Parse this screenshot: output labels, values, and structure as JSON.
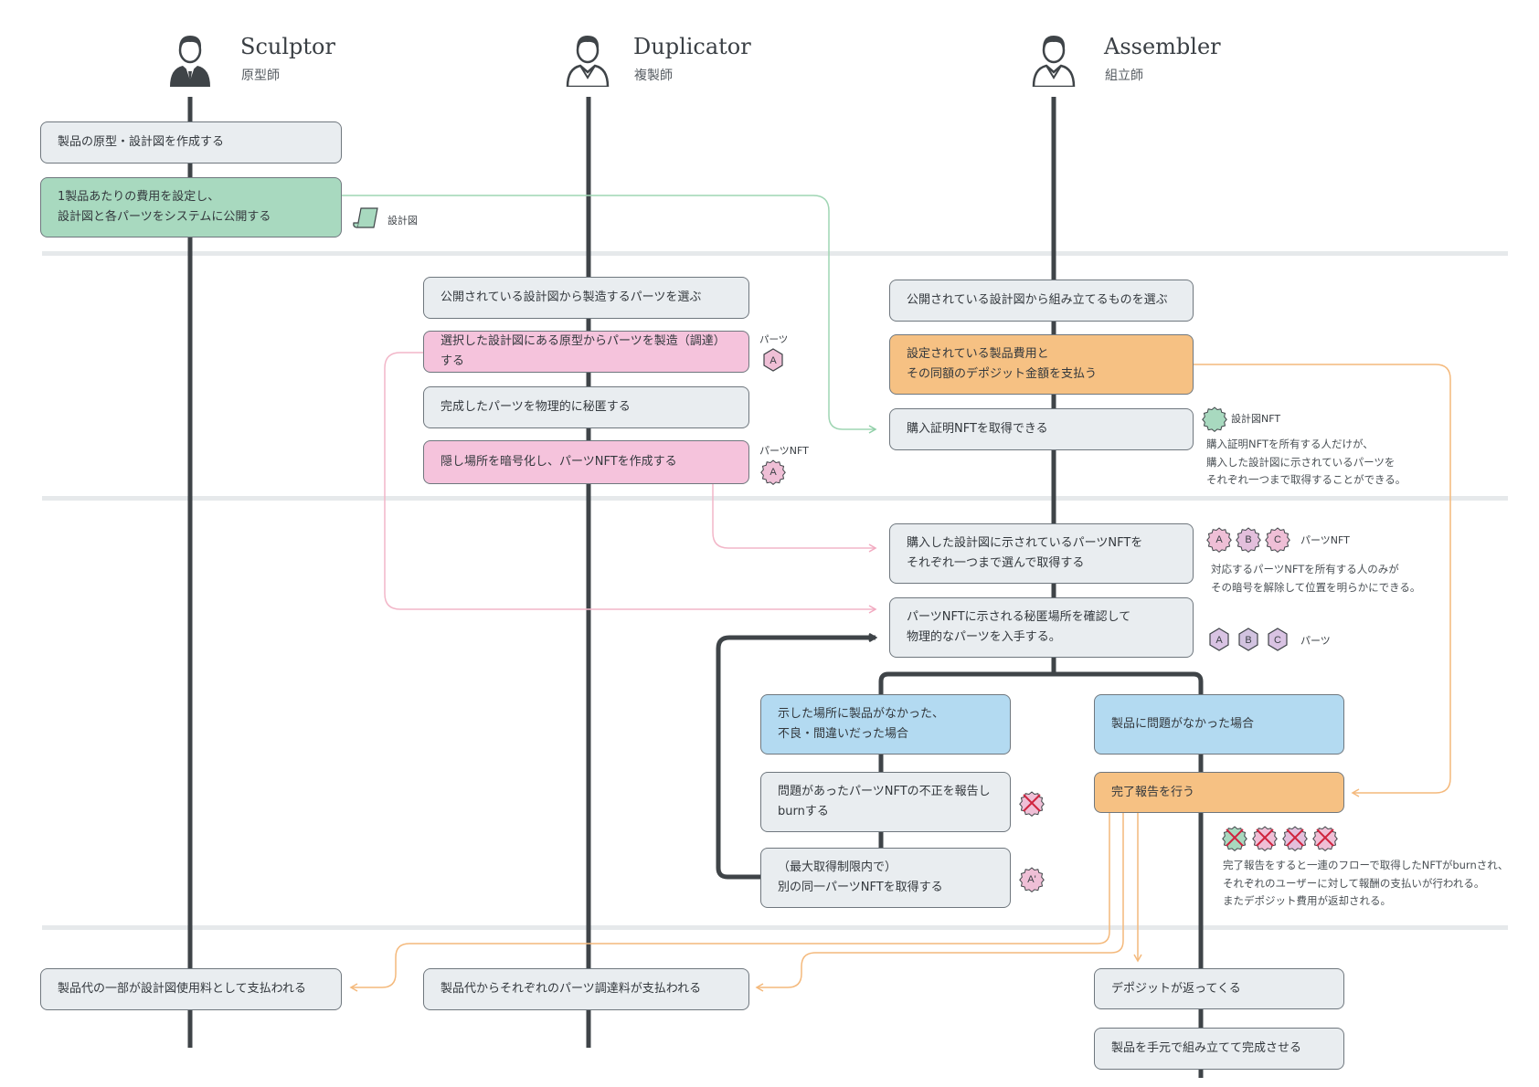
{
  "actors": [
    {
      "name": "Sculptor",
      "sub": "原型師"
    },
    {
      "name": "Duplicator",
      "sub": "複製師"
    },
    {
      "name": "Assembler",
      "sub": "組立師"
    }
  ],
  "boxes": {
    "s1": "製品の原型・設計図を作成する",
    "s2": "1製品あたりの費用を設定し、\n設計図と各パーツをシステムに公開する",
    "d1": "公開されている設計図から製造するパーツを選ぶ",
    "d2": "選択した設計図にある原型からパーツを製造（調達）する",
    "d3": "完成したパーツを物理的に秘匿する",
    "d4": "隠し場所を暗号化し、パーツNFTを作成する",
    "a1": "公開されている設計図から組み立てるものを選ぶ",
    "a2": "設定されている製品費用と\nその同額のデポジット金額を支払う",
    "a3": "購入証明NFTを取得できる",
    "a4": "購入した設計図に示されているパーツNFTを\nそれぞれ一つまで選んで取得する",
    "a5": "パーツNFTに示される秘匿場所を確認して\n物理的なパーツを入手する。",
    "b1": "示した場所に製品がなかった、\n不良・間違いだった場合",
    "b2": "問題があったパーツNFTの不正を報告し\nburnする",
    "b3": "（最大取得制限内で）\n別の同一パーツNFTを取得する",
    "c1": "製品に問題がなかった場合",
    "c2": "完了報告を行う",
    "p1": "製品代の一部が設計図使用料として支払われる",
    "p2": "製品代からそれぞれのパーツ調達料が支払われる",
    "p3": "デポジットが返ってくる",
    "p4": "製品を手元で組み立てて完成させる"
  },
  "labels": {
    "blueprint": "設計図",
    "parts": "パーツ",
    "parts_nft": "パーツNFT",
    "blueprint_nft": "設計図NFT",
    "parts_nft_2": "パーツNFT",
    "parts_2": "パーツ"
  },
  "notes": {
    "n1": "購入証明NFTを所有する人だけが、\n購入した設計図に示されているパーツを\nそれぞれ一つまで取得することができる。",
    "n2": "対応するパーツNFTを所有する人のみが\nその暗号を解除して位置を明らかにできる。",
    "n3": "完了報告をすると一連のフローで取得したNFTがburnされ、\nそれぞれのユーザーに対して報酬の支払いが行われる。\nまたデポジット費用が返却される。"
  },
  "tokens": {
    "a": "A",
    "b": "B",
    "c": "C",
    "a_prime": "A'"
  },
  "colors": {
    "green": "#a8d9bf",
    "pink": "#f5c3dc",
    "orange": "#f6c183",
    "blue": "#b3daf1",
    "gray": "#e9edf0",
    "border": "#6f777e",
    "lifeline": "#3f4448",
    "pink_line": "#f2b6c8",
    "green_line": "#9fd5b3",
    "orange_line": "#f4b97c",
    "separator": "#e6e9eb",
    "parts_hex": "#efbfd6",
    "parts_hex_plain": "#d2c3e0"
  }
}
